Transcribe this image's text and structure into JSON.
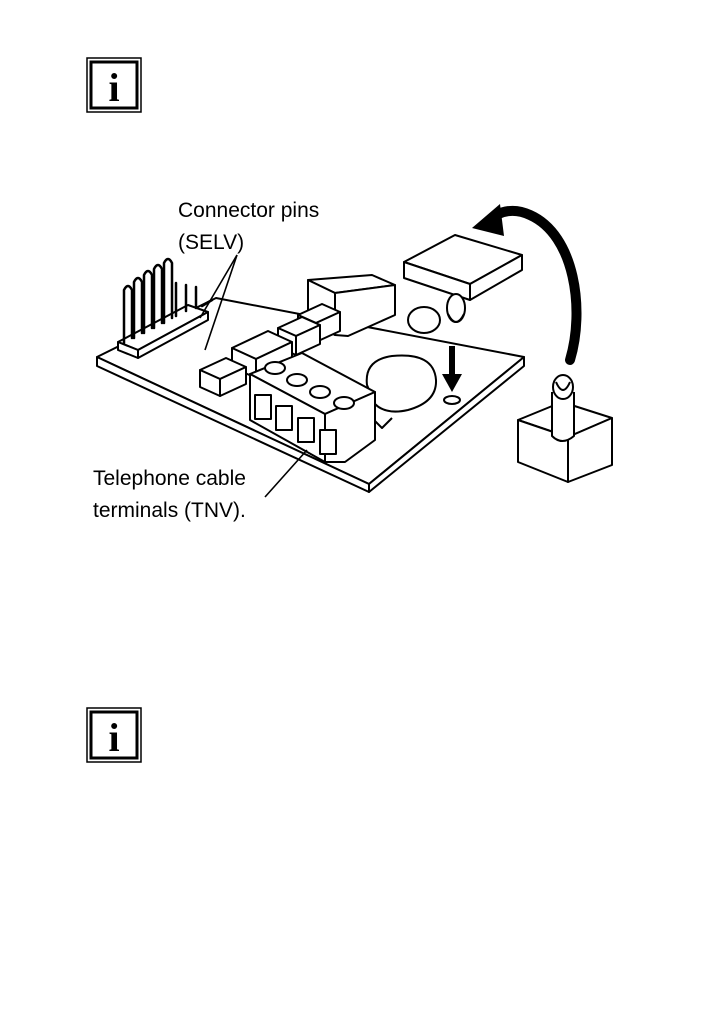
{
  "icons": {
    "top": "info-icon",
    "bottom": "info-icon"
  },
  "info_glyph": "i",
  "labels": {
    "connector_line1": "Connector pins",
    "connector_line2": "(SELV)",
    "telephone_line1": "Telephone cable",
    "telephone_line2": "terminals (TNV)."
  }
}
